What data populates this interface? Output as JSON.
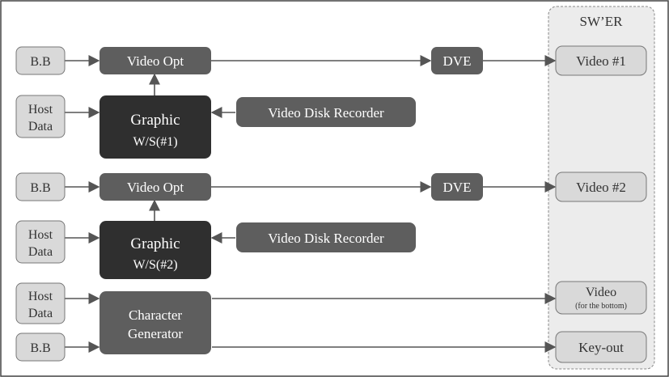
{
  "switcher": {
    "title": "SW’ER"
  },
  "row1": {
    "bb": "B.B",
    "video_opt": "Video Opt",
    "dve": "DVE",
    "output": "Video #1",
    "host_line1": "Host",
    "host_line2": "Data",
    "graphic_line1": "Graphic",
    "graphic_line2": "W/S(#1)",
    "vdr": "Video Disk Recorder"
  },
  "row2": {
    "bb": "B.B",
    "video_opt": "Video Opt",
    "dve": "DVE",
    "output": "Video #2",
    "host_line1": "Host",
    "host_line2": "Data",
    "graphic_line1": "Graphic",
    "graphic_line2": "W/S(#2)",
    "vdr": "Video Disk Recorder"
  },
  "cg": {
    "host_line1": "Host",
    "host_line2": "Data",
    "bb": "B.B",
    "line1": "Character",
    "line2": "Generator",
    "video_out": "Video",
    "video_out_sub": "(for the bottom)",
    "keyout": "Key-out"
  },
  "colors": {
    "light_box": "#d9d9d9",
    "mid_box": "#5e5e5e",
    "dark_box": "#2f2f2f",
    "line": "#555555"
  }
}
